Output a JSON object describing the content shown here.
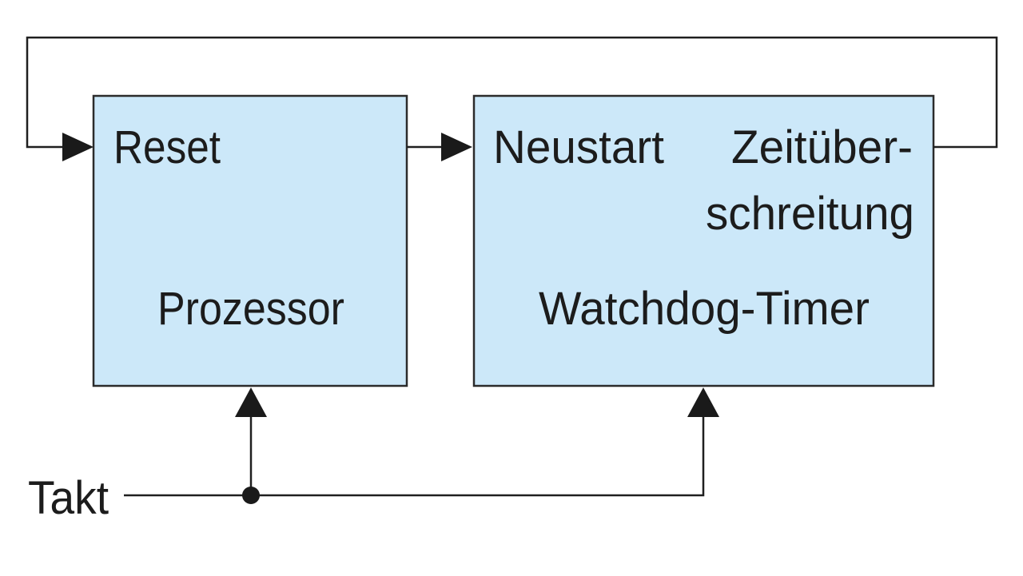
{
  "blocks": {
    "processor": {
      "name": "Prozessor",
      "input_label": "Reset"
    },
    "watchdog": {
      "name": "Watchdog-Timer",
      "input_label": "Neustart",
      "output_label_line1": "Zeitüber-",
      "output_label_line2": "schreitung"
    }
  },
  "signals": {
    "clock_label": "Takt"
  },
  "colors": {
    "block_fill": "#cce8f9",
    "line": "#1f1f1f"
  }
}
